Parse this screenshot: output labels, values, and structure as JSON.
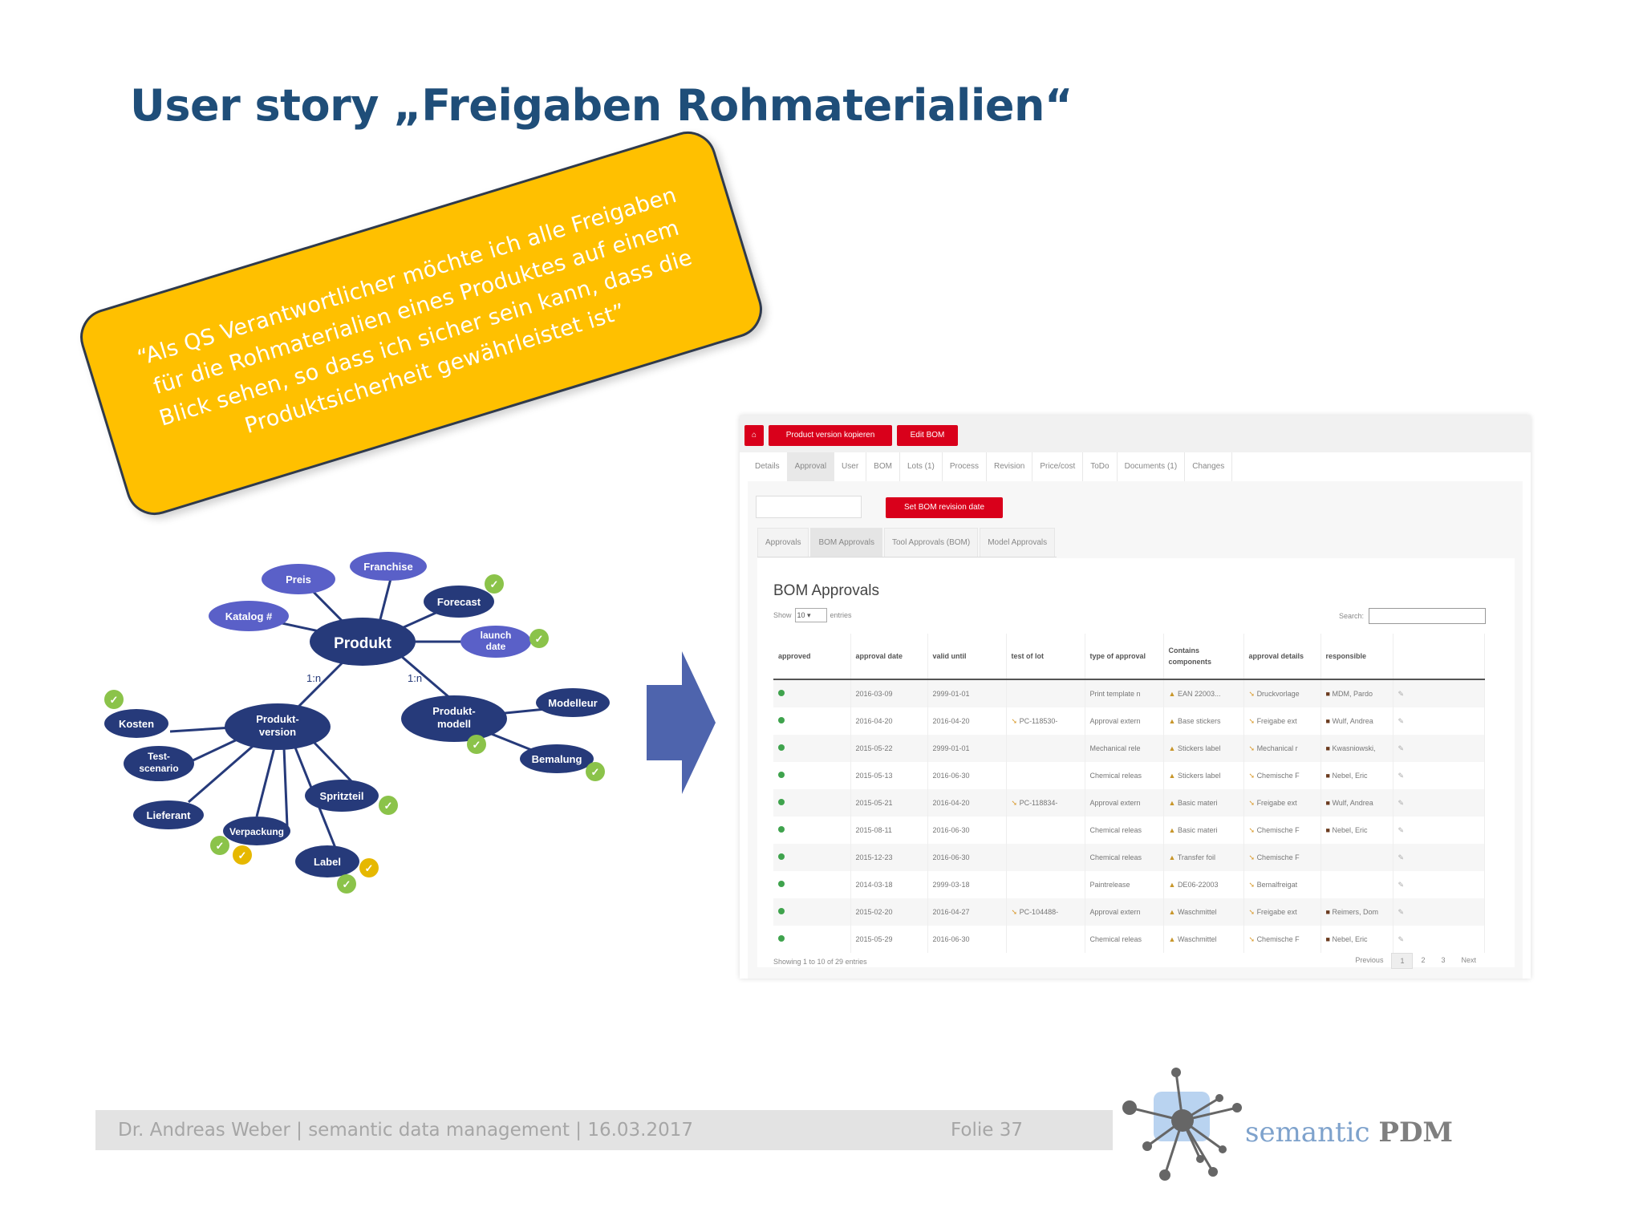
{
  "slide": {
    "title": "User story „Freigaben Rohmaterialien“",
    "quote": "“Als QS Verantwortlicher möchte ich alle Freigaben für die Rohmaterialien eines Produktes auf einem Blick sehen, so dass ich sicher sein kann, dass die Produktsicherheit gewährleistet ist”"
  },
  "mindmap": {
    "center": "Produkt",
    "nodes": {
      "preis": "Preis",
      "franchise": "Franchise",
      "katalog": "Katalog #",
      "forecast": "Forecast",
      "launch_line1": "launch",
      "launch_line2": "date",
      "version_line1": "Produkt-",
      "version_line2": "version",
      "modell_line1": "Produkt-",
      "modell_line2": "modell",
      "modelleur": "Modelleur",
      "bemalung": "Bemalung",
      "kosten": "Kosten",
      "test_line1": "Test-",
      "test_line2": "scenario",
      "lieferant": "Lieferant",
      "spritzteil": "Spritzteil",
      "verpackung": "Verpackung",
      "label": "Label"
    },
    "cardinality_left": "1:n",
    "cardinality_right": "1:n"
  },
  "app": {
    "buttons": {
      "home": "⌂",
      "copy_version": "Product version kopieren",
      "edit_bom": "Edit BOM",
      "set_revision": "Set BOM revision date"
    },
    "tabs": [
      "Details",
      "Approval",
      "User",
      "BOM",
      "Lots (1)",
      "Process",
      "Revision",
      "Price/cost",
      "ToDo",
      "Documents (1)",
      "Changes"
    ],
    "subtabs": [
      "Approvals",
      "BOM Approvals",
      "Tool Approvals (BOM)",
      "Model Approvals"
    ],
    "heading": "BOM Approvals",
    "show_label": "Show",
    "show_value": "10",
    "entries_label": "entries",
    "search_label": "Search:",
    "columns": [
      "approved",
      "approval date",
      "valid until",
      "test of lot",
      "type of approval",
      "Contains components",
      "approval details",
      "responsible",
      ""
    ],
    "rows": [
      {
        "date": "2016-03-09",
        "valid": "2999-01-01",
        "lot": "",
        "type": "Print template n",
        "comp": "EAN 22003...",
        "details": "Druckvorlage",
        "resp": "MDM, Pardo"
      },
      {
        "date": "2016-04-20",
        "valid": "2016-04-20",
        "lot": "PC-118530-",
        "type": "Approval extern",
        "comp": "Base stickers",
        "details": "Freigabe ext",
        "resp": "Wulf, Andrea"
      },
      {
        "date": "2015-05-22",
        "valid": "2999-01-01",
        "lot": "",
        "type": "Mechanical rele",
        "comp": "Stickers label",
        "details": "Mechanical r",
        "resp": "Kwasniowski,"
      },
      {
        "date": "2015-05-13",
        "valid": "2016-06-30",
        "lot": "",
        "type": "Chemical releas",
        "comp": "Stickers label",
        "details": "Chemische F",
        "resp": "Nebel, Eric"
      },
      {
        "date": "2015-05-21",
        "valid": "2016-04-20",
        "lot": "PC-118834-",
        "type": "Approval extern",
        "comp": "Basic materi",
        "details": "Freigabe ext",
        "resp": "Wulf, Andrea"
      },
      {
        "date": "2015-08-11",
        "valid": "2016-06-30",
        "lot": "",
        "type": "Chemical releas",
        "comp": "Basic materi",
        "details": "Chemische F",
        "resp": "Nebel, Eric"
      },
      {
        "date": "2015-12-23",
        "valid": "2016-06-30",
        "lot": "",
        "type": "Chemical releas",
        "comp": "Transfer foil",
        "details": "Chemische F",
        "resp": ""
      },
      {
        "date": "2014-03-18",
        "valid": "2999-03-18",
        "lot": "",
        "type": "Paintrelease",
        "comp": "DE06-22003",
        "details": "Bemalfreigat",
        "resp": ""
      },
      {
        "date": "2015-02-20",
        "valid": "2016-04-27",
        "lot": "PC-104488-",
        "type": "Approval extern",
        "comp": "Waschmittel",
        "details": "Freigabe ext",
        "resp": "Reimers, Dom"
      },
      {
        "date": "2015-05-29",
        "valid": "2016-06-30",
        "lot": "",
        "type": "Chemical releas",
        "comp": "Waschmittel",
        "details": "Chemische F",
        "resp": "Nebel, Eric"
      }
    ],
    "footer_info": "Showing 1 to 10 of 29 entries",
    "pager": [
      "Previous",
      "1",
      "2",
      "3",
      "Next"
    ]
  },
  "footer": {
    "left": "Dr. Andreas Weber  |  semantic data management  |  16.03.2017",
    "right": "Folie 37"
  },
  "logo": {
    "word1": "semantic",
    "word2": "PDM"
  },
  "colors": {
    "title": "#1f4e79",
    "quote_bg": "#ffc000",
    "node": "#263a7a",
    "node_light": "#5a60c8",
    "arrow": "#4e64ad",
    "app_red": "#d9001b"
  }
}
